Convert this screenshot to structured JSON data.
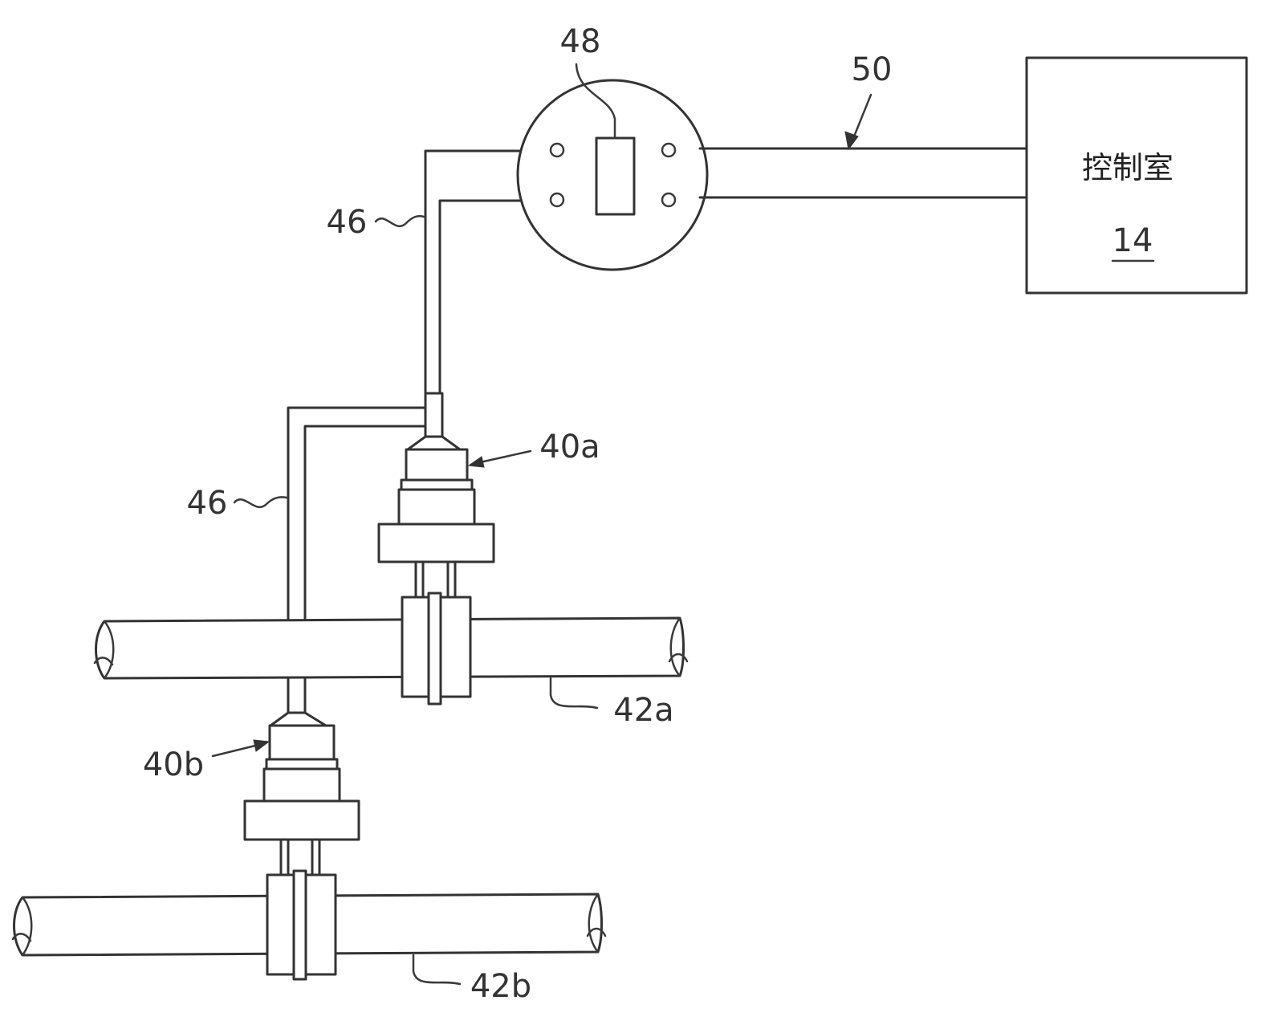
{
  "labels": {
    "junction_box": "48",
    "signal_line": "50",
    "control_room_name": "控制室",
    "control_room_number": "14",
    "cable_upper": "46",
    "cable_lower": "46",
    "transmitter_a": "40a",
    "transmitter_b": "40b",
    "pipe_a": "42a",
    "pipe_b": "42b"
  }
}
